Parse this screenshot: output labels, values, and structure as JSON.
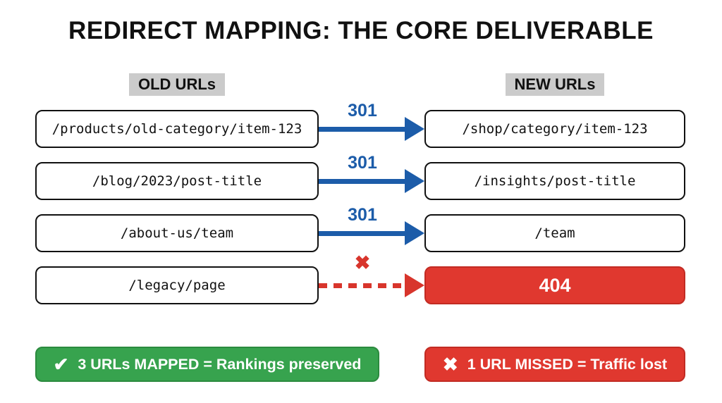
{
  "title": "REDIRECT MAPPING: THE CORE DELIVERABLE",
  "columns": {
    "old": "OLD URLs",
    "new": "NEW URLs"
  },
  "rows": [
    {
      "old_url": "/products/old-category/item-123",
      "status_label": "301",
      "new_url": "/shop/category/item-123",
      "type": "redirect-301"
    },
    {
      "old_url": "/blog/2023/post-title",
      "status_label": "301",
      "new_url": "/insights/post-title",
      "type": "redirect-301"
    },
    {
      "old_url": "/about-us/team",
      "status_label": "301",
      "new_url": "/team",
      "type": "redirect-301"
    },
    {
      "old_url": "/legacy/page",
      "status_label": "✖",
      "new_url": "404",
      "type": "missed"
    }
  ],
  "summary": {
    "mapped": {
      "icon": "✔",
      "label": "3 URLs MAPPED = Rankings preserved"
    },
    "missed": {
      "icon": "✖",
      "label": "1 URL MISSED = Traffic lost"
    }
  },
  "colors": {
    "redirect_blue": "#1c5ca9",
    "error_red": "#e0382f",
    "success_green": "#37a34e",
    "header_gray": "#cbcbcb"
  }
}
